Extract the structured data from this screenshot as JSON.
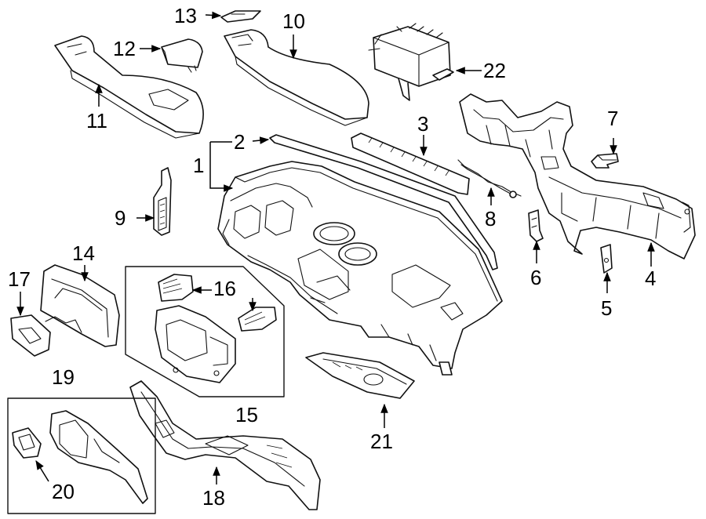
{
  "callouts": {
    "c1": "1",
    "c2": "2",
    "c3": "3",
    "c4": "4",
    "c5": "5",
    "c6": "6",
    "c7": "7",
    "c8": "8",
    "c9": "9",
    "c10": "10",
    "c11": "11",
    "c12": "12",
    "c13": "13",
    "c14": "14",
    "c15": "15",
    "c16": "16",
    "c17": "17",
    "c18": "18",
    "c19": "19",
    "c20": "20",
    "c21": "21",
    "c22": "22"
  },
  "colors": {
    "line": "#111111",
    "background": "#ffffff"
  }
}
